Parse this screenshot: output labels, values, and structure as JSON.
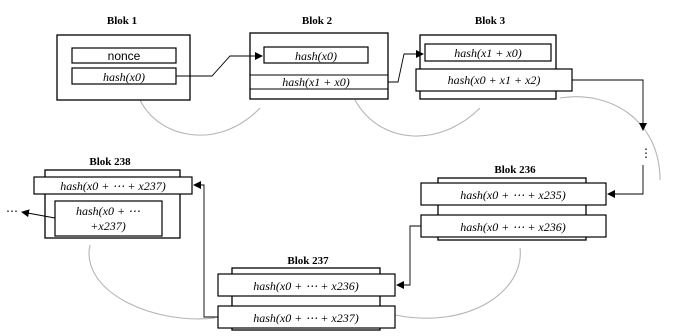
{
  "blocks": {
    "b1": {
      "title": "Blok 1",
      "nonce": "nonce",
      "hash": "hash(x0)"
    },
    "b2": {
      "title": "Blok 2",
      "prev": "hash(x0)",
      "hash": "hash(x1 + x0)"
    },
    "b3": {
      "title": "Blok 3",
      "prev": "hash(x1 + x0)",
      "hash": "hash(x0 + x1 + x2)"
    },
    "b236": {
      "title": "Blok 236",
      "prev": "hash(x0 + ⋯ + x235)",
      "hash": "hash(x0 + ⋯ + x236)"
    },
    "b237": {
      "title": "Blok 237",
      "prev": "hash(x0 + ⋯ + x236)",
      "hash": "hash(x0 + ⋯ + x237)"
    },
    "b238": {
      "title": "Blok 238",
      "prev": "hash(x0 + ⋯ + x237)",
      "hash_line1": "hash(x0 + ⋯",
      "hash_line2": "+x237)"
    }
  },
  "ellipsis_vertical": "⋮",
  "ellipsis_left": "⋯"
}
